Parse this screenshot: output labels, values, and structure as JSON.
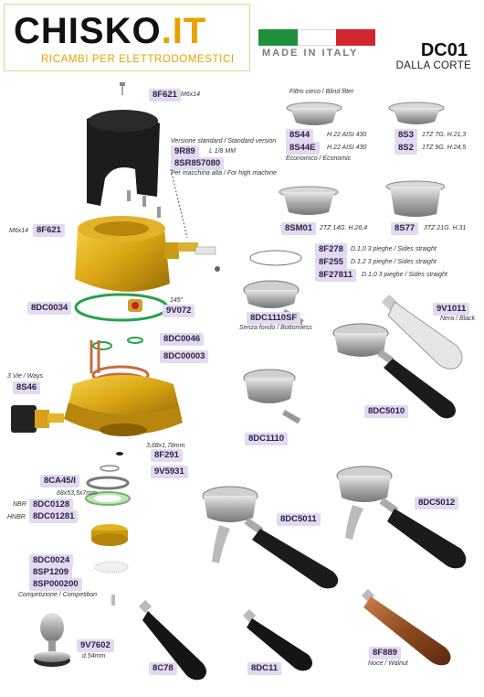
{
  "header": {
    "brand_main": "CHISKO",
    "brand_accent": ".IT",
    "brand_sub": "RICAMBI PER ELETTRODOMESTICI",
    "made_in": "MADE IN ITALY",
    "model": "DC01",
    "model_sub": "DALLA CORTE",
    "flag_colors": [
      "#1e8f3a",
      "#ffffff",
      "#d0262c"
    ],
    "brand_color": "#e8a100"
  },
  "labels": {
    "8F621a": "8F621",
    "M6x14a": "M6x14",
    "filtro": "Filtro cieco / Blind filter",
    "8S44": "8S44",
    "8S44_d": "H.22 AISI 430",
    "8S44E": "8S44E",
    "8S44E_d": "H.22 AISI 430",
    "economic": "Economico / Economic",
    "8S3": "8S3",
    "8S3_d": "1TZ 7G. H.21,3",
    "8S2": "8S2",
    "8S2_d": "1TZ 9G. H.24,5",
    "versione": "Versione standard / Standard version",
    "9R89": "9R89",
    "9R89_d": "L 1/8 MM",
    "8SR857080": "8SR857080",
    "alta": "Per macchina alta / For high machine",
    "M6x14b": "M6x14",
    "8F621b": "8F621",
    "8SM01": "8SM01",
    "8SM01_d": "2TZ 14G. H.26,4",
    "8S77": "8S77",
    "8S77_d": "3TZ 21G. H.31",
    "8F278": "8F278",
    "8F278_d": "D.1,0 3 pieghe / Sides straight",
    "8F255": "8F255",
    "8F255_d": "D.1,2 3 pieghe / Sides straight",
    "8F27811": "8F27811",
    "8F27811_d": "D.1,0 3 pieghe / Sides straight",
    "8DC0034": "8DC0034",
    "deg145": "145°",
    "9V072": "9V072",
    "8DC1110SF": "8DC1110SF",
    "bottomless": "Senza fondo / Bottomless",
    "9V1011": "9V1011",
    "nera": "Nera / Black",
    "8DC0046": "8DC0046",
    "8DC00003": "8DC00003",
    "vie": "3 Vie / Ways",
    "8S46": "8S46",
    "8DC5010": "8DC5010",
    "8DC1110": "8DC1110",
    "ring": "3,68x1,78mm",
    "8F291": "8F291",
    "9V5931": "9V5931",
    "8CA45": "8CA45/I",
    "gasket": "68x53,5x7mm",
    "NBR": "NBR",
    "8DC0128": "8DC0128",
    "HNBR": "HNBR",
    "8DC01281": "8DC01281",
    "8DC5011": "8DC5011",
    "8DC5012": "8DC5012",
    "8DC0024": "8DC0024",
    "8SP1209": "8SP1209",
    "8SP000200": "8SP000200",
    "competition": "Competizione / Competition",
    "9V7602": "9V7602",
    "d54": "d.54mm",
    "8C78": "8C78",
    "8DC11": "8DC11",
    "8F889": "8F889",
    "noce": "Noce / Walnut"
  }
}
